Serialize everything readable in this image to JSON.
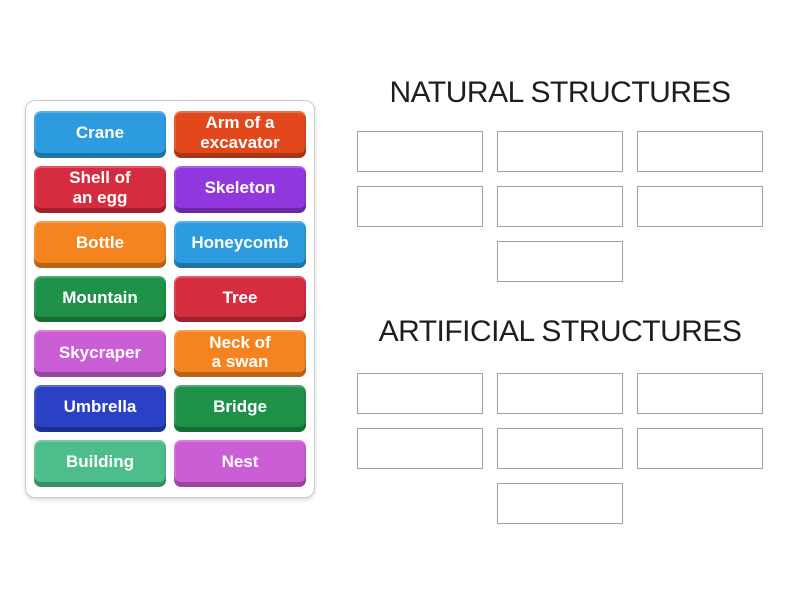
{
  "word_bank": {
    "colors": {
      "blue": "#2D9BDF",
      "red_orange": "#E2481C",
      "crimson": "#D62C3F",
      "purple": "#9137DE",
      "orange": "#F58420",
      "green": "#1F9148",
      "orchid": "#CB5DD5",
      "royal_blue": "#2A41C6",
      "sea_green": "#4DBE8B"
    },
    "tiles": [
      {
        "label": "Crane",
        "color": "blue"
      },
      {
        "label": "Arm of a\nexcavator",
        "color": "red_orange"
      },
      {
        "label": "Shell of\nan egg",
        "color": "crimson"
      },
      {
        "label": "Skeleton",
        "color": "purple"
      },
      {
        "label": "Bottle",
        "color": "orange"
      },
      {
        "label": "Honeycomb",
        "color": "blue"
      },
      {
        "label": "Mountain",
        "color": "green"
      },
      {
        "label": "Tree",
        "color": "crimson"
      },
      {
        "label": "Skycraper",
        "color": "orchid"
      },
      {
        "label": "Neck of\na swan",
        "color": "orange"
      },
      {
        "label": "Umbrella",
        "color": "royal_blue"
      },
      {
        "label": "Bridge",
        "color": "green"
      },
      {
        "label": "Building",
        "color": "sea_green"
      },
      {
        "label": "Nest",
        "color": "orchid"
      }
    ]
  },
  "groups": [
    {
      "title": "NATURAL STRUCTURES",
      "slot_count": 7
    },
    {
      "title": "ARTIFICIAL STRUCTURES",
      "slot_count": 7
    }
  ],
  "slot_style": {
    "border_color": "#a3a3a3",
    "fill": "#ffffff"
  }
}
